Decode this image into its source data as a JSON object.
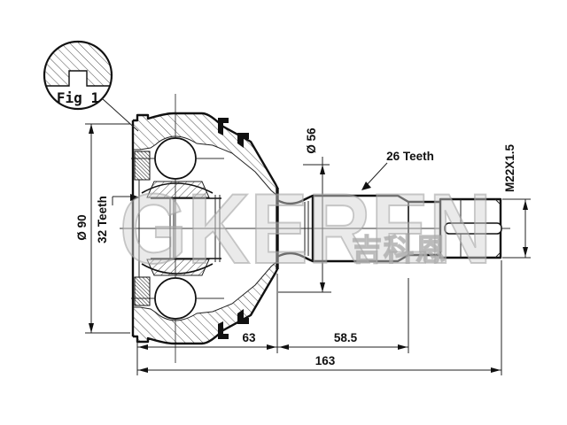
{
  "figure": {
    "caption": "Fig 1"
  },
  "dimensions": {
    "outer_diameter": "Ø 90",
    "inner_spline_teeth": "32 Teeth",
    "boot_diameter": "Ø 56",
    "shaft_spline_teeth": "26 Teeth",
    "thread_spec": "M22X1.5",
    "bell_length": "63",
    "shaft_length": "58.5",
    "total_length": "163"
  },
  "watermark": {
    "latin": "GKEREN",
    "cjk": "吉科恩"
  },
  "colors": {
    "line": "#111111",
    "background": "#ffffff",
    "watermark_fill": "#d4d4d4",
    "watermark_stroke": "#9f9f9f"
  }
}
